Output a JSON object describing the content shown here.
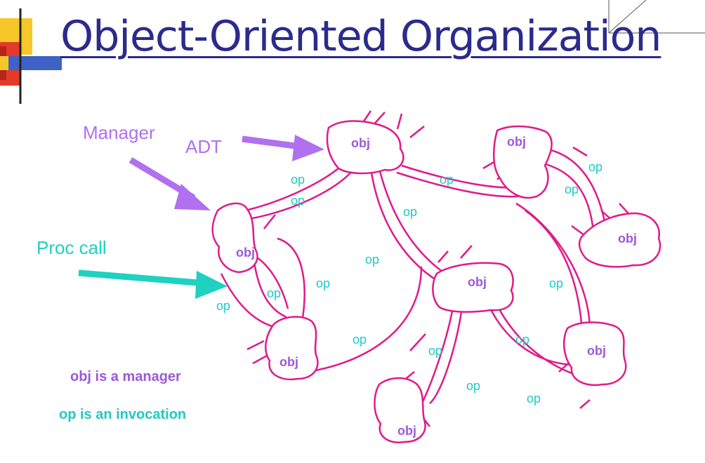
{
  "title": "Object-Oriented Organization",
  "colors": {
    "title": "#2b2b8c",
    "object_outline": "#e01a8a",
    "object_label": "#9b59d9",
    "op_label": "#21c9c4",
    "manager_arrow": "#b070f0",
    "proc_call_arrow": "#1fd1c0",
    "accent_yellow": "#f7c72a",
    "accent_red": "#e53a2a",
    "accent_blue": "#3f62c8"
  },
  "labels": {
    "manager": "Manager",
    "adt": "ADT",
    "proc_call": "Proc call"
  },
  "legend": {
    "obj_line": "obj is a manager",
    "op_line": "op is an invocation"
  },
  "object_label": "obj",
  "op_label": "op"
}
